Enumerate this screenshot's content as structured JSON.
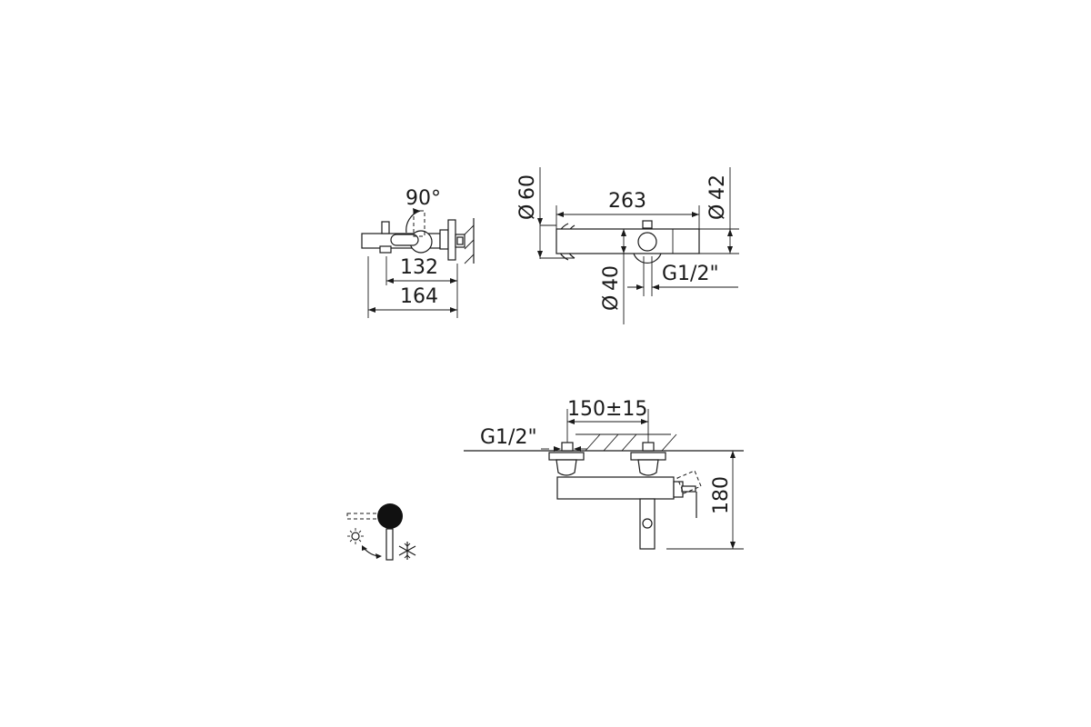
{
  "side_view": {
    "angle": "90°",
    "dim_inner": "132",
    "dim_outer": "164"
  },
  "top_view": {
    "diameter_symbol": "Ø",
    "dia_left": "60",
    "length": "263",
    "dia_right": "42",
    "dia_bottom": "40",
    "thread": "G1/2\""
  },
  "front_view": {
    "center_distance": "150±15",
    "thread": "G1/2\"",
    "height": "180"
  },
  "legend": {
    "hot_icon": "sun-icon",
    "cold_icon": "snowflake-icon",
    "arrow_icon": "curved-arrow-icon"
  }
}
